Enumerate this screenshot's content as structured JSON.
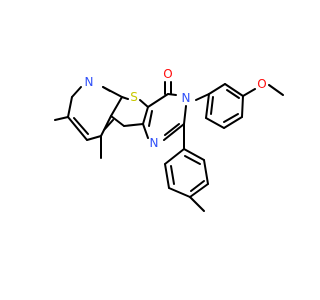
{
  "molecule": {
    "atoms": {
      "oxygen_carbonyl": {
        "label": "O",
        "color": "#ff0d0d"
      },
      "oxygen_methoxy": {
        "label": "O",
        "color": "#ff0d0d"
      },
      "sulfur": {
        "label": "S",
        "color": "#c8c800"
      },
      "nitrogen_pyridine": {
        "label": "N",
        "color": "#3050f8"
      },
      "nitrogen_pyrimidine_3": {
        "label": "N",
        "color": "#3050f8"
      },
      "nitrogen_pyrimidine_1": {
        "label": "N",
        "color": "#3050f8"
      }
    }
  }
}
